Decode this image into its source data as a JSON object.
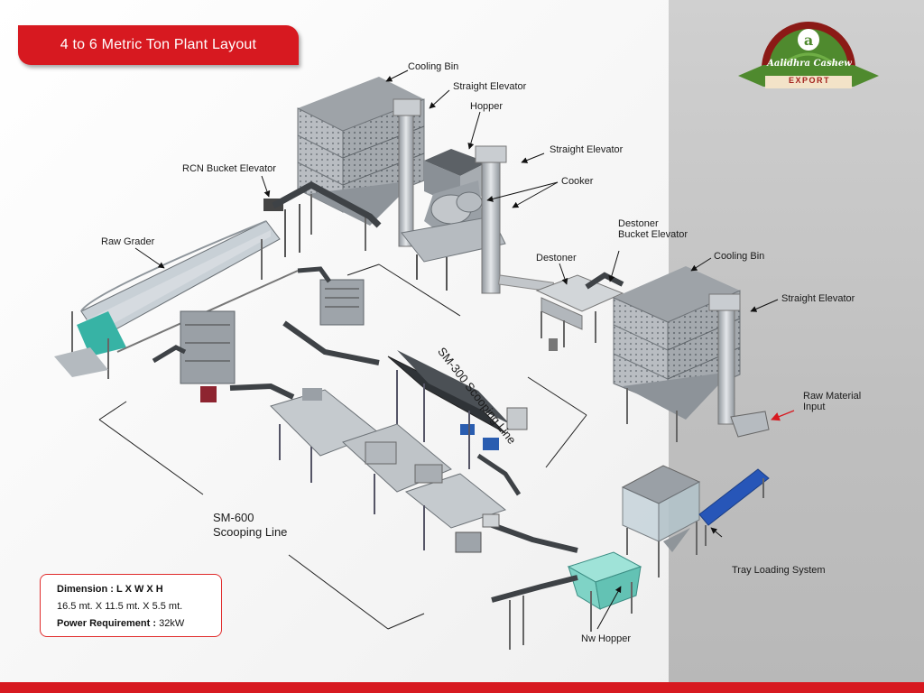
{
  "title": "4 to 6 Metric Ton Plant Layout",
  "brand": {
    "name": "Aalidhra Cashew",
    "tagline": "EXPORT",
    "colors": {
      "green": "#4f8a2e",
      "red": "#d71920",
      "dark_red": "#8b1a16"
    }
  },
  "labels": {
    "cooling_bin_1": "Cooling Bin",
    "straight_elevator_1": "Straight Elevator",
    "hopper": "Hopper",
    "straight_elevator_2": "Straight Elevator",
    "cooker": "Cooker",
    "rcn_bucket_elevator": "RCN Bucket Elevator",
    "raw_grader": "Raw Grader",
    "destoner": "Destoner",
    "destoner_bucket_elevator": "Destoner Bucket Elevator",
    "cooling_bin_2": "Cooling Bin",
    "straight_elevator_3": "Straight Elevator",
    "raw_material_input": "Raw Material Input",
    "sm300_line": "SM-300 Scooping Line",
    "sm600_line": "SM-600 Scooping Line",
    "tray_loading": "Tray Loading System",
    "nw_hopper": "Nw Hopper"
  },
  "specs": {
    "dimension_label": "Dimension : L X W X H",
    "dimension_value": "16.5 mt. X 11.5 mt. X 5.5 mt.",
    "power_label": "Power Requirement :",
    "power_value": "32kW"
  }
}
